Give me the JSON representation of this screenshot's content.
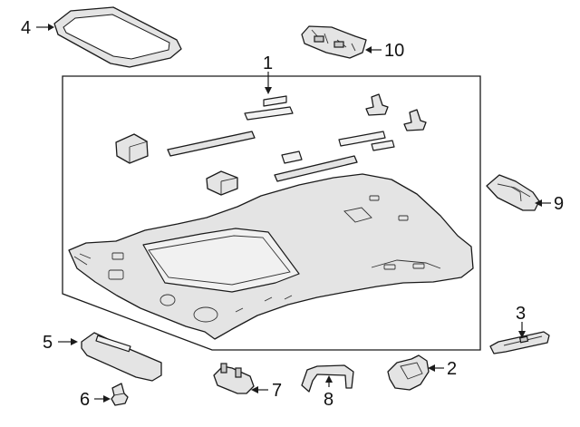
{
  "callouts": {
    "c1": "1",
    "c2": "2",
    "c3": "3",
    "c4": "4",
    "c5": "5",
    "c6": "6",
    "c7": "7",
    "c8": "8",
    "c9": "9",
    "c10": "10"
  },
  "colors": {
    "line": "#1a1a1a",
    "part_fill": "#e4e4e4",
    "background": "#ffffff"
  }
}
